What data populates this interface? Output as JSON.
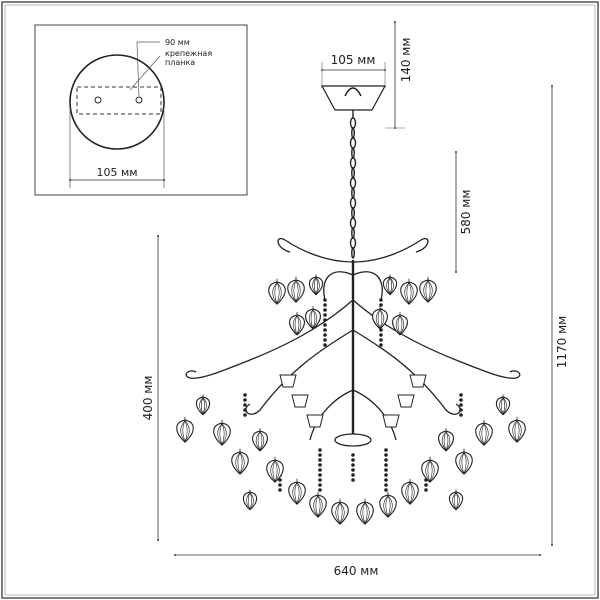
{
  "inset": {
    "mount_spacing_label": "90 мм",
    "bracket_label_line1": "крепежная",
    "bracket_label_line2": "планка",
    "base_width_label": "105 мм"
  },
  "dimensions": {
    "canopy_width": "105 мм",
    "canopy_height": "140 мм",
    "chain_length": "580 мм",
    "body_height": "400 мм",
    "total_height": "1170 мм",
    "total_width": "640 мм"
  }
}
